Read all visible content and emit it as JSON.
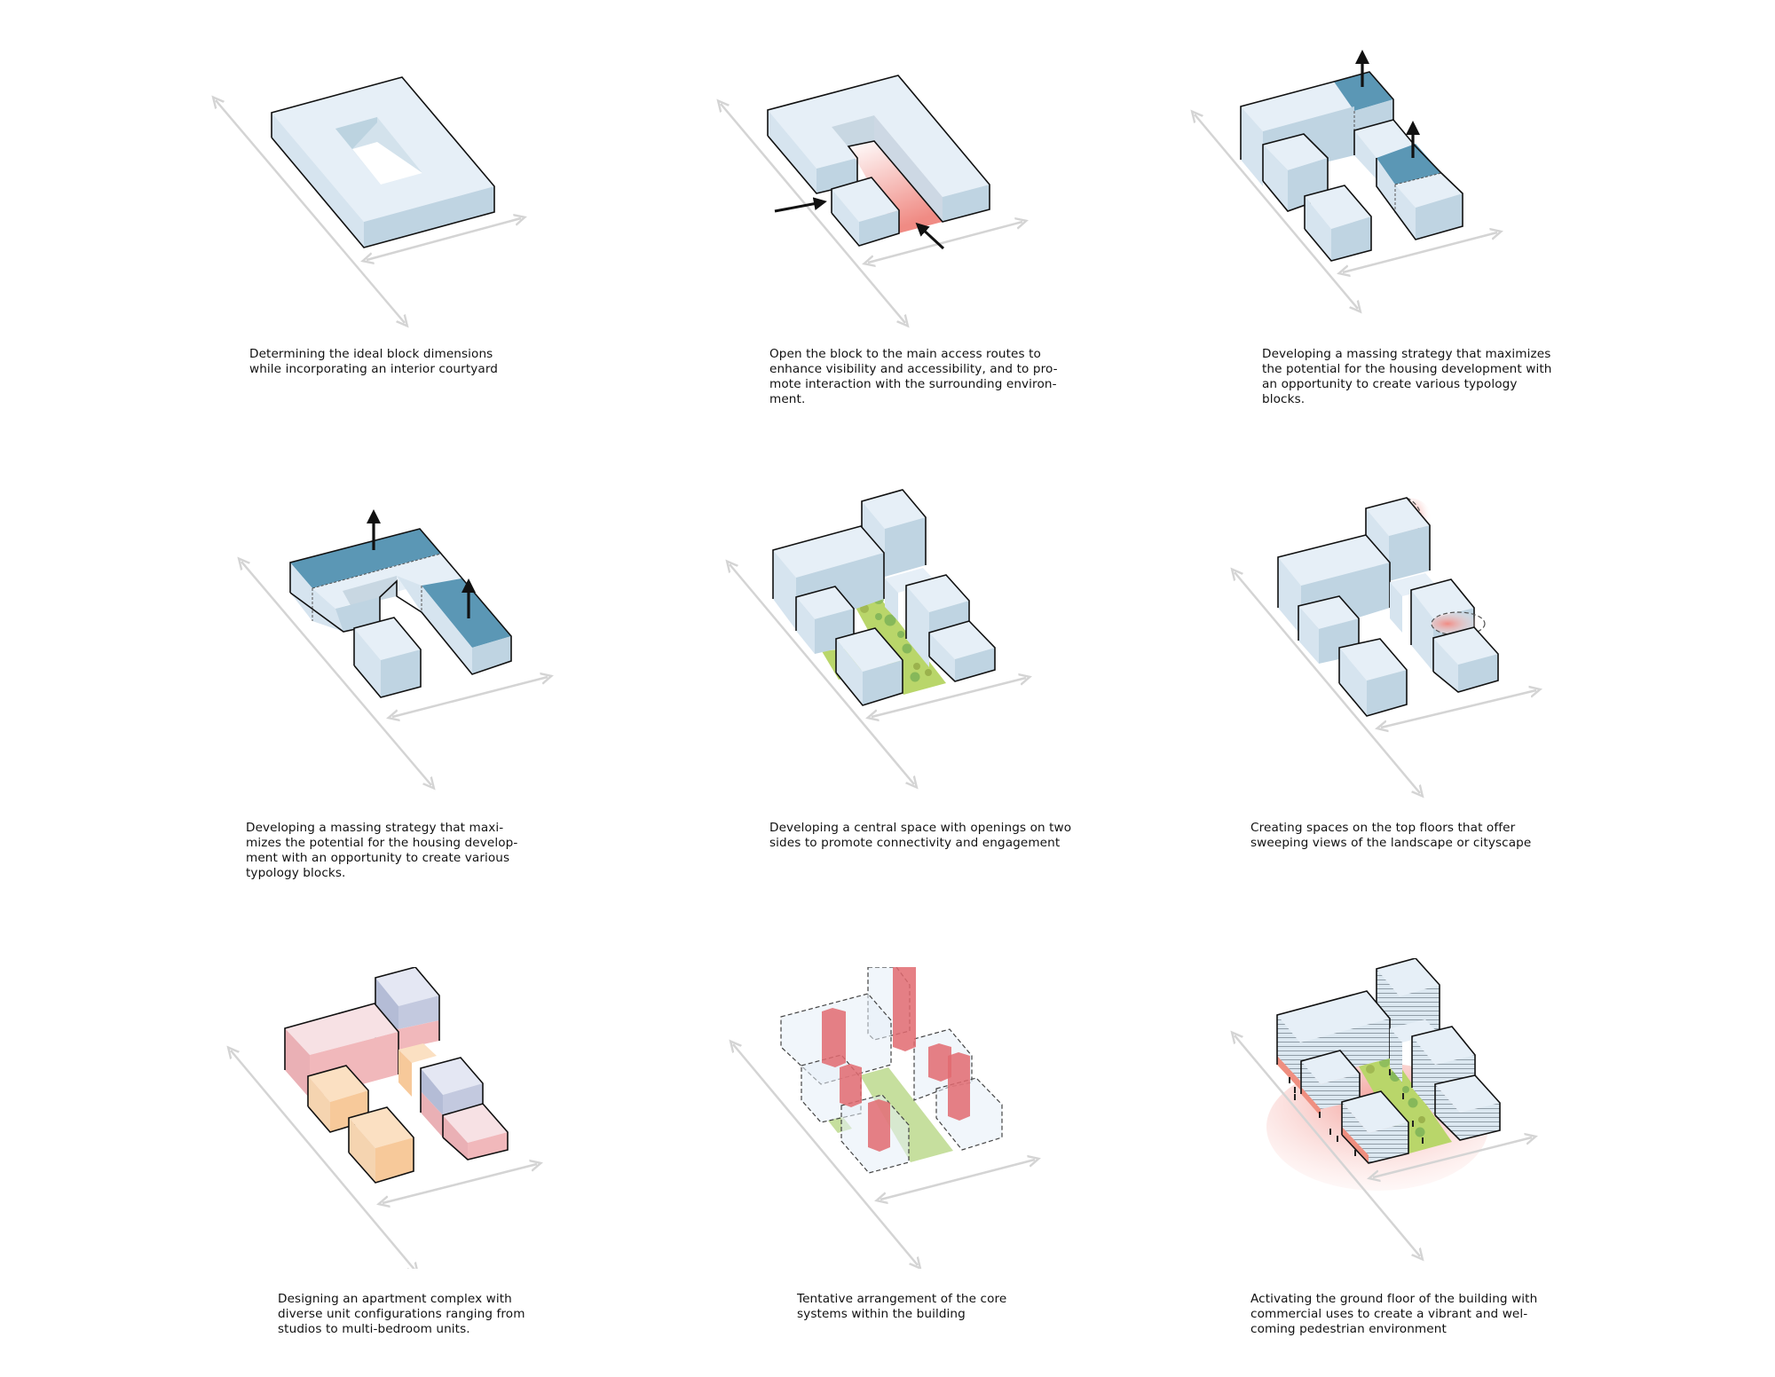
{
  "sheet": {
    "background": "#ffffff",
    "colors": {
      "block_top": "#e6eff7",
      "block_left": "#d6e4ef",
      "block_right": "#bfd4e2",
      "outline": "#111111",
      "axis_arrow": "#d4d4d4",
      "highlight_blue": "#5b97b5",
      "access_red": "#f08b84",
      "green_space": "#b9d66a",
      "tree": "#86b85a",
      "unit_pink": "#f1b8bb",
      "unit_peach": "#f7c99a",
      "unit_lavender": "#bcc3dc",
      "core_red": "#e26a70",
      "ground_commercial": "#ef8f80"
    }
  },
  "diagrams": [
    {
      "id": 1,
      "theme": "courtyard-block",
      "caption": "Determining the ideal block dimensions\nwhile incorporating an interior courtyard"
    },
    {
      "id": 2,
      "theme": "open-block-access",
      "caption": "Open the block to the main access routes to\nenhance visibility and accessibility, and to pro-\nmote interaction with the surrounding environ-\nment."
    },
    {
      "id": 3,
      "theme": "massing-strategy-a",
      "caption": "Developing a massing strategy that maximizes\nthe potential for the housing development with\nan opportunity to create various typology\nblocks."
    },
    {
      "id": 4,
      "theme": "massing-strategy-b",
      "caption": "Developing a massing strategy that maxi-\nmizes the potential for the housing develop-\nment with an opportunity to create various\ntypology blocks."
    },
    {
      "id": 5,
      "theme": "central-green-space",
      "caption": "Developing a central space with openings on two\nsides to promote connectivity and engagement"
    },
    {
      "id": 6,
      "theme": "top-floor-views",
      "caption": "Creating spaces on the top floors that offer\nsweeping views of the landscape or cityscape"
    },
    {
      "id": 7,
      "theme": "unit-mix",
      "caption": "Designing an apartment complex with\ndiverse unit configurations ranging from\nstudios to multi-bedroom units."
    },
    {
      "id": 8,
      "theme": "core-systems",
      "caption": "Tentative arrangement of the core\nsystems within the building"
    },
    {
      "id": 9,
      "theme": "active-ground-floor",
      "caption": "Activating the ground floor of the building with\ncommercial uses to create a vibrant and wel-\ncoming pedestrian environment"
    }
  ]
}
